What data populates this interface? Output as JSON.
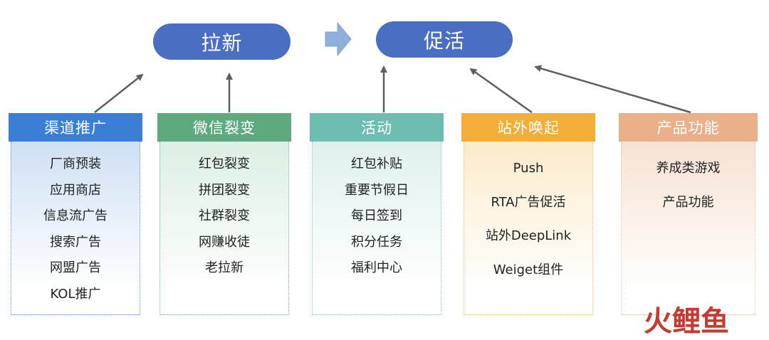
{
  "top": {
    "left_label": "拉新",
    "right_label": "促活"
  },
  "columns": [
    {
      "title": "渠道推广",
      "items": [
        "厂商预装",
        "应用商店",
        "信息流广告",
        "搜索广告",
        "网盟广告",
        "KOL推广"
      ]
    },
    {
      "title": "微信裂变",
      "items": [
        "红包裂变",
        "拼团裂变",
        "社群裂变",
        "网赚收徒",
        "老拉新"
      ]
    },
    {
      "title": "活动",
      "items": [
        "红包补贴",
        "重要节假日",
        "每日签到",
        "积分任务",
        "福利中心"
      ]
    },
    {
      "title": "站外唤起",
      "items": [
        "Push",
        "RTA广告促活",
        "站外DeepLink",
        "Weiget组件"
      ]
    },
    {
      "title": "产品功能",
      "items": [
        "养成类游戏",
        "产品功能"
      ]
    }
  ],
  "logo": {
    "text": "火鲤鱼"
  },
  "colors": {
    "pill": "#4a6fc2",
    "channel": "#3b7fd4",
    "wechat": "#5eaa7e",
    "activity": "#6dbeb1",
    "offsite": "#f2ae38",
    "product": "#eab08a",
    "logo": "#c63a32"
  }
}
